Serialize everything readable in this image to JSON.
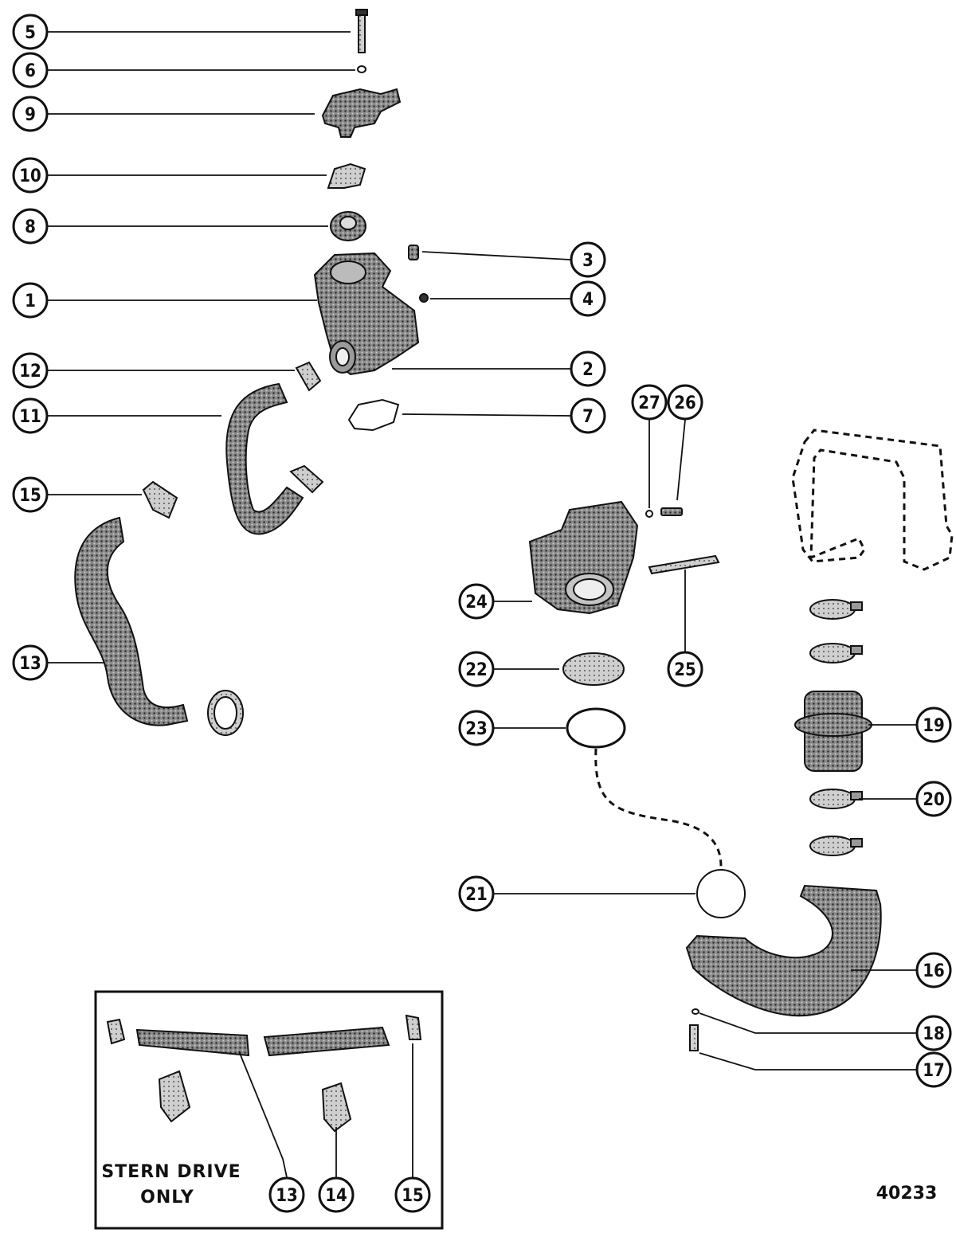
{
  "figure_number": "40233",
  "inset_label": [
    "STERN DRIVE",
    "ONLY"
  ],
  "callouts": [
    "5",
    "6",
    "9",
    "10",
    "8",
    "3",
    "1",
    "4",
    "12",
    "2",
    "11",
    "7",
    "27",
    "26",
    "15",
    "24",
    "25",
    "13",
    "22",
    "23",
    "19",
    "20",
    "21",
    "16",
    "18",
    "17",
    "13",
    "14",
    "15"
  ],
  "colors": {
    "ink": "#111111",
    "part_fill": "#6f6f6f",
    "part_light": "#bdbdbd"
  }
}
